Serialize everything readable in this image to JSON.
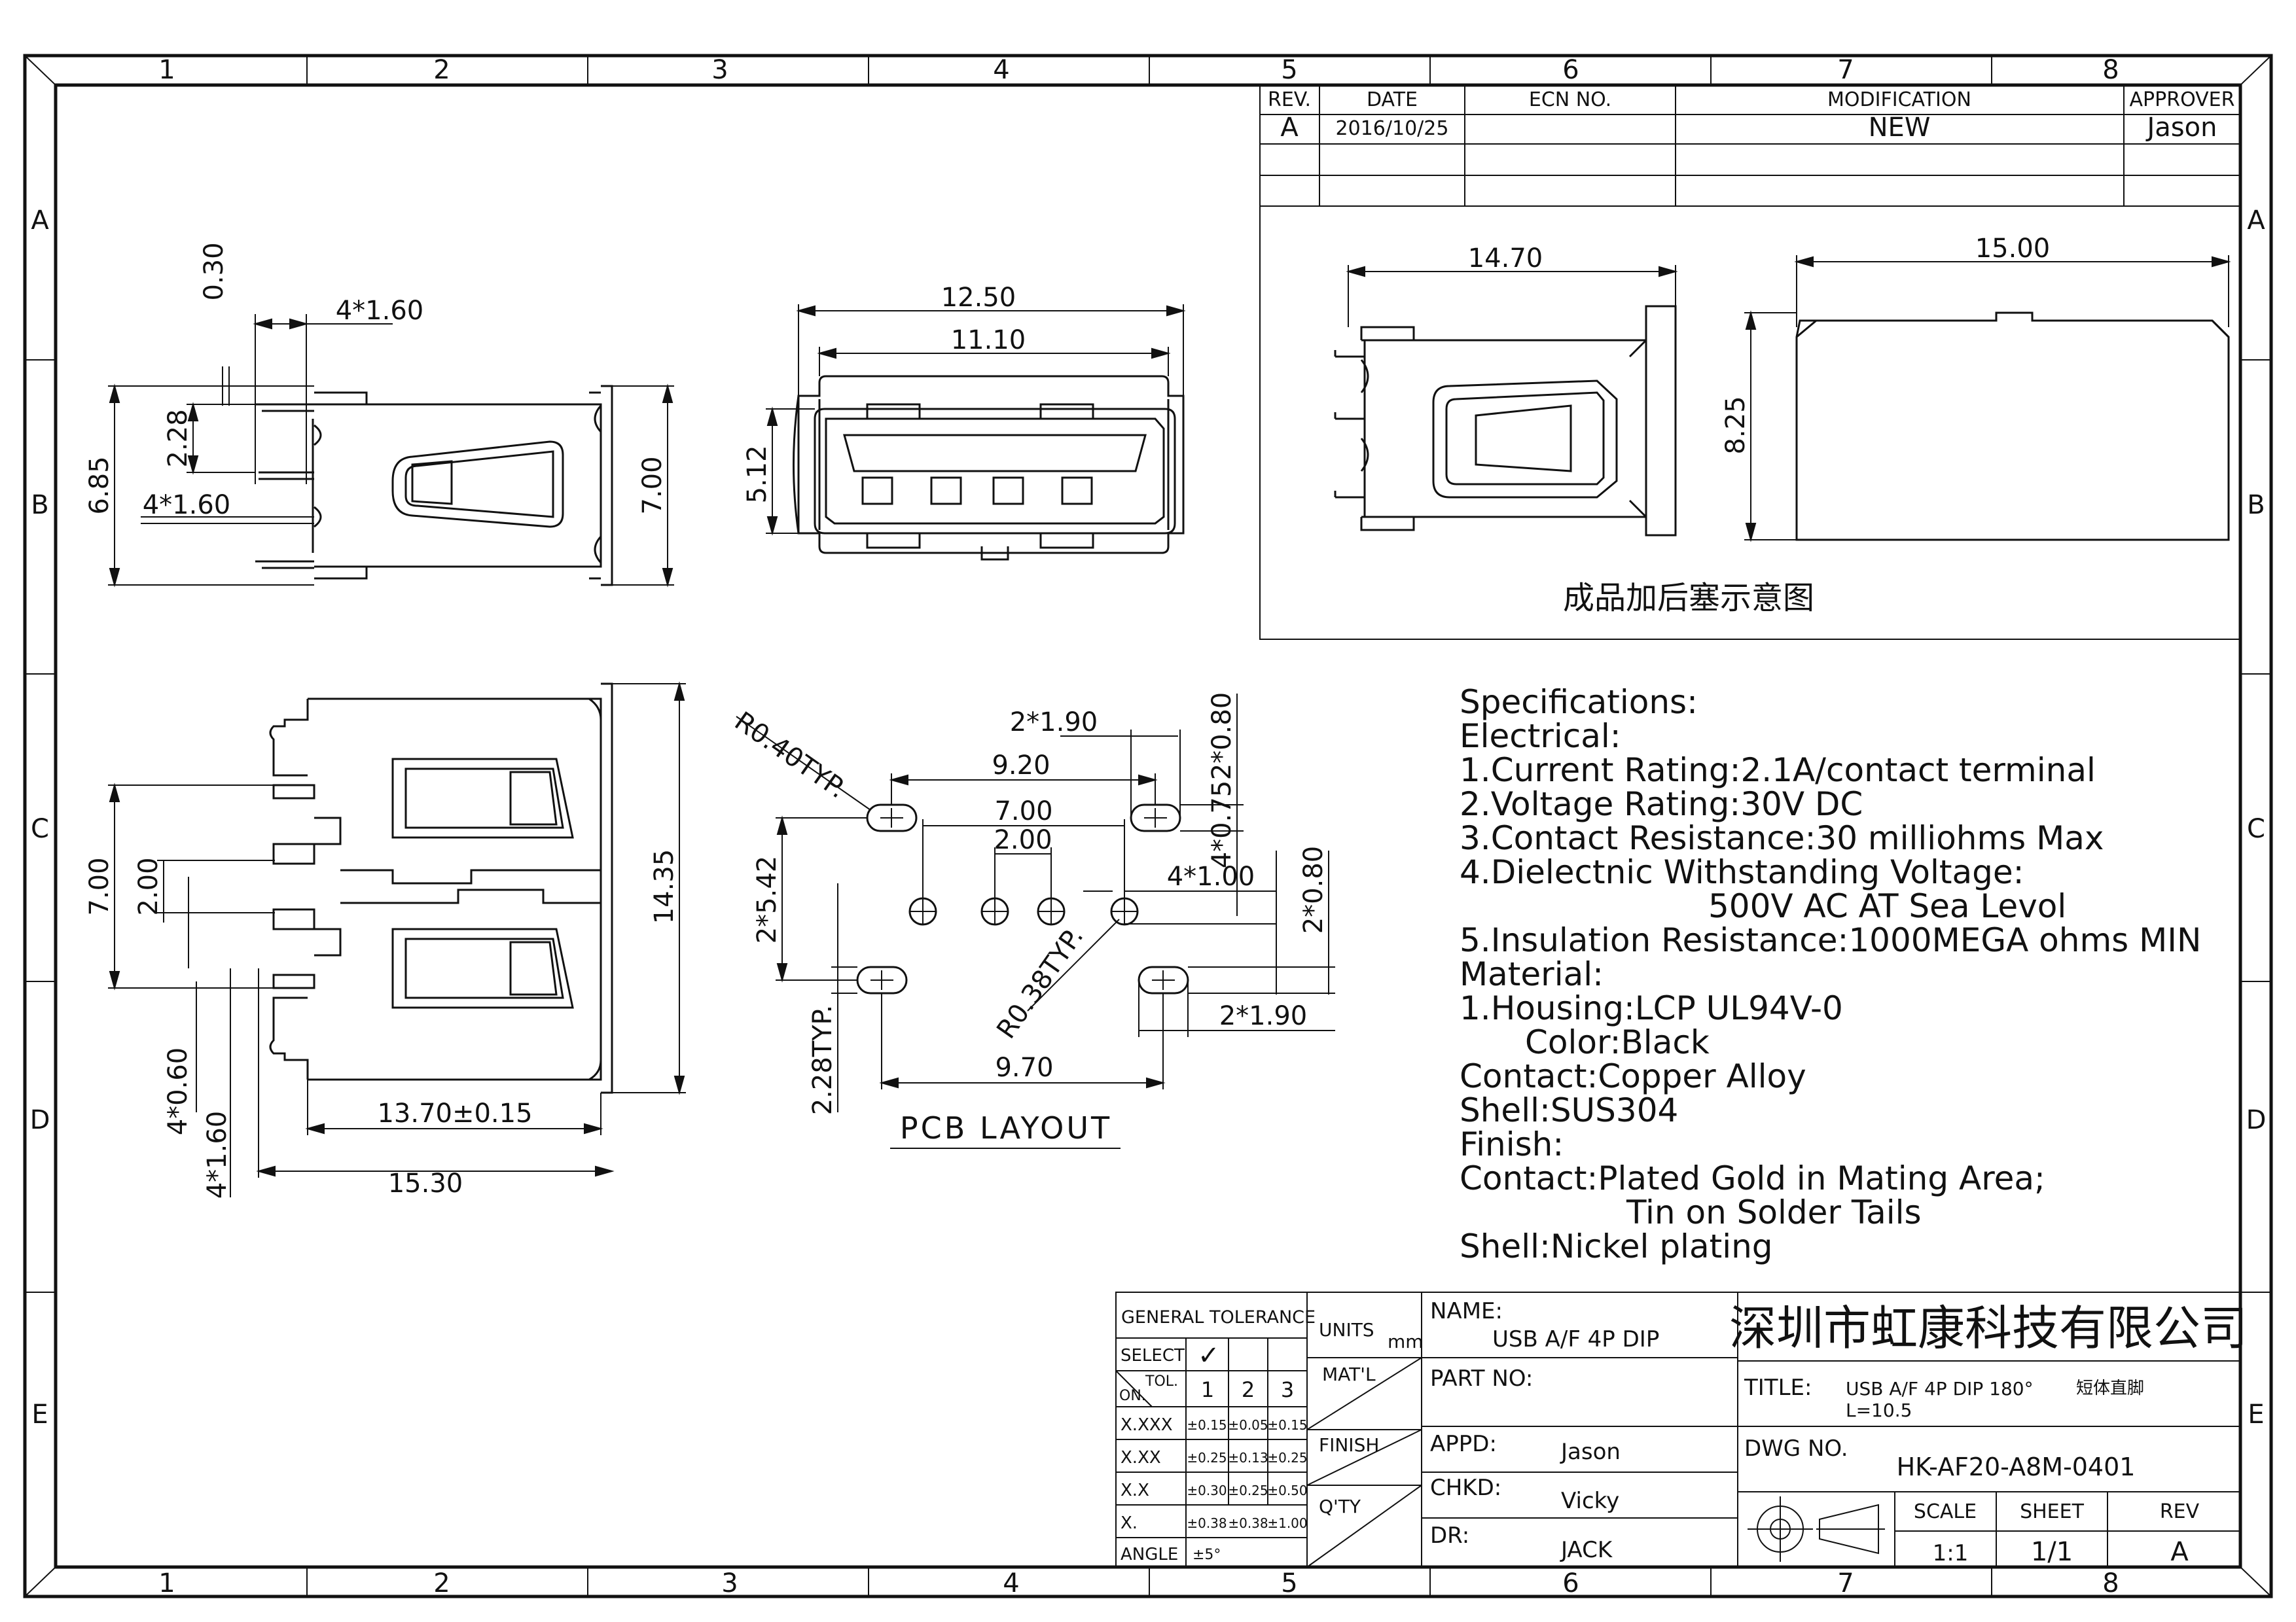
{
  "frame": {
    "columns": [
      "1",
      "2",
      "3",
      "4",
      "5",
      "6",
      "7",
      "8"
    ],
    "rows": [
      "A",
      "B",
      "C",
      "D",
      "E"
    ]
  },
  "revision_table": {
    "headers": {
      "rev": "REV.",
      "date": "DATE",
      "ecn": "ECN  NO.",
      "modification": "MODIFICATION",
      "approver": "APPROVER"
    },
    "rows": [
      {
        "rev": "A",
        "date": "2016/10/25",
        "ecn": "",
        "modification": "NEW",
        "approver": "Jason"
      }
    ]
  },
  "dimensions": {
    "side": {
      "d030": "0.30",
      "d4x160_top": "4*1.60",
      "d228": "2.28",
      "d685": "6.85",
      "d4x160_left": "4*1.60",
      "d700": "7.00"
    },
    "front": {
      "d1250": "12.50",
      "d1110": "11.10",
      "d512": "5.12"
    },
    "assembled": {
      "d1470": "14.70",
      "d1500": "15.00",
      "d825": "8.25",
      "caption": "成品加后塞示意图"
    },
    "bottom": {
      "d700": "7.00",
      "d200": "2.00",
      "d1435": "14.35",
      "d4x060": "4*0.60",
      "d4x160": "4*1.60",
      "d1370": "13.70±0.15",
      "d1530": "15.30"
    },
    "pcb": {
      "r040": "R0.40TYP.",
      "d2x190_top": "2*1.90",
      "d2x080_top": "2*0.80",
      "d920": "9.20",
      "d700": "7.00",
      "d200": "2.00",
      "d4x075": "4*0.75",
      "d4x100": "4*1.00",
      "d2x542": "2*5.42",
      "d2x080_right": "2*0.80",
      "r038": "R0.38TYP.",
      "d2x190_bottom": "2*1.90",
      "d228typ": "2.28TYP.",
      "d970": "9.70",
      "title": "PCB  LAYOUT"
    }
  },
  "specifications": [
    "Specifications:",
    "Electrical:",
    "1.Current  Rating:2.1A/contact  terminal",
    "2.Voltage  Rating:30V  DC",
    "3.Contact  Resistance:30  milliohms  Max",
    "4.Dielectnic  Withstanding  Voltage:",
    "500V  AC  AT  Sea  Levol",
    "5.Insulation  Resistance:1000MEGA  ohms  MIN",
    "Material:",
    "1.Housing:LCP  UL94V-0",
    "Color:Black",
    "Contact:Copper  Alloy",
    "Shell:SUS304",
    "Finish:",
    "Contact:Plated  Gold  in  Mating  Area;",
    "Tin  on  Solder  Tails",
    "Shell:Nickel  plating"
  ],
  "title_block": {
    "tolerance": {
      "title": "GENERAL  TOLERANCE",
      "select": "SELECT",
      "check": "✓",
      "tol": "TOL.",
      "on": "ON.",
      "cols": [
        "1",
        "2",
        "3"
      ],
      "rows": [
        {
          "label": "X.XXX",
          "v": [
            "±0.15",
            "±0.05",
            "±0.15"
          ]
        },
        {
          "label": "X.XX",
          "v": [
            "±0.25",
            "±0.13",
            "±0.25"
          ]
        },
        {
          "label": "X.X",
          "v": [
            "±0.30",
            "±0.25",
            "±0.50"
          ]
        },
        {
          "label": "X.",
          "v": [
            "±0.38",
            "±0.38",
            "±1.00"
          ]
        }
      ],
      "angle_label": "ANGLE",
      "angle_value": "±5°"
    },
    "units_label": "UNITS",
    "units_value": "mm",
    "matl_label": "MAT'L",
    "finish_label": "FINISH",
    "qty_label": "Q'TY",
    "name_label": "NAME:",
    "name_value": "USB  A/F  4P  DIP",
    "partno_label": "PART  NO:",
    "appd_label": "APPD:",
    "appd_value": "Jason",
    "chkd_label": "CHKD:",
    "chkd_value": "Vicky",
    "dr_label": "DR:",
    "dr_value": "JACK",
    "company": "深圳市虹康科技有限公司",
    "title_label": "TITLE:",
    "title_value": "USB  A/F  4P  DIP  180°",
    "title_cn": "短体直脚",
    "title_line2": "L=10.5",
    "dwg_label": "DWG  NO.",
    "dwg_value": "HK-AF20-A8M-0401",
    "scale_label": "SCALE",
    "scale_value": "1:1",
    "sheet_label": "SHEET",
    "sheet_value": "1/1",
    "rev_label": "REV",
    "rev_value": "A"
  }
}
